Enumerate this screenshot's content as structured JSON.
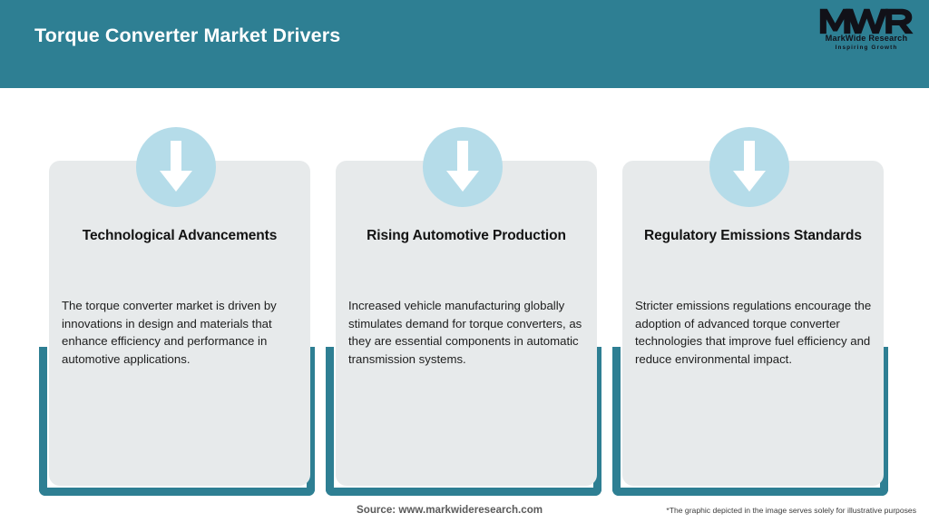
{
  "header": {
    "title": "Torque Converter Market Drivers",
    "background_color": "#2E7F93",
    "title_color": "#FFFFFF"
  },
  "logo": {
    "mark": "MWR",
    "name": "MarkWide Research",
    "tagline": "Inspiring Growth"
  },
  "theme": {
    "accent_teal": "#2E7F93",
    "card_gray": "#E7EAEB",
    "badge_blue": "#B5DCE9",
    "arrow_white": "#FFFFFF",
    "body_text": "#1D1D1D"
  },
  "cards": [
    {
      "icon": "arrow-down-icon",
      "title": "Technological Advancements",
      "body": "The torque converter market is driven by innovations in design and materials that enhance efficiency and performance in automotive applications."
    },
    {
      "icon": "arrow-down-icon",
      "title": "Rising Automotive Production",
      "body": "Increased vehicle manufacturing globally stimulates demand for torque converters, as they are essential components in automatic transmission systems."
    },
    {
      "icon": "arrow-down-icon",
      "title": "Regulatory Emissions Standards",
      "body": "Stricter emissions regulations encourage the adoption of advanced torque converter technologies that improve fuel efficiency and reduce environmental impact."
    }
  ],
  "footer": {
    "source": "Source: www.markwideresearch.com",
    "disclaimer": "*The graphic depicted in the image serves solely for illustrative purposes"
  }
}
